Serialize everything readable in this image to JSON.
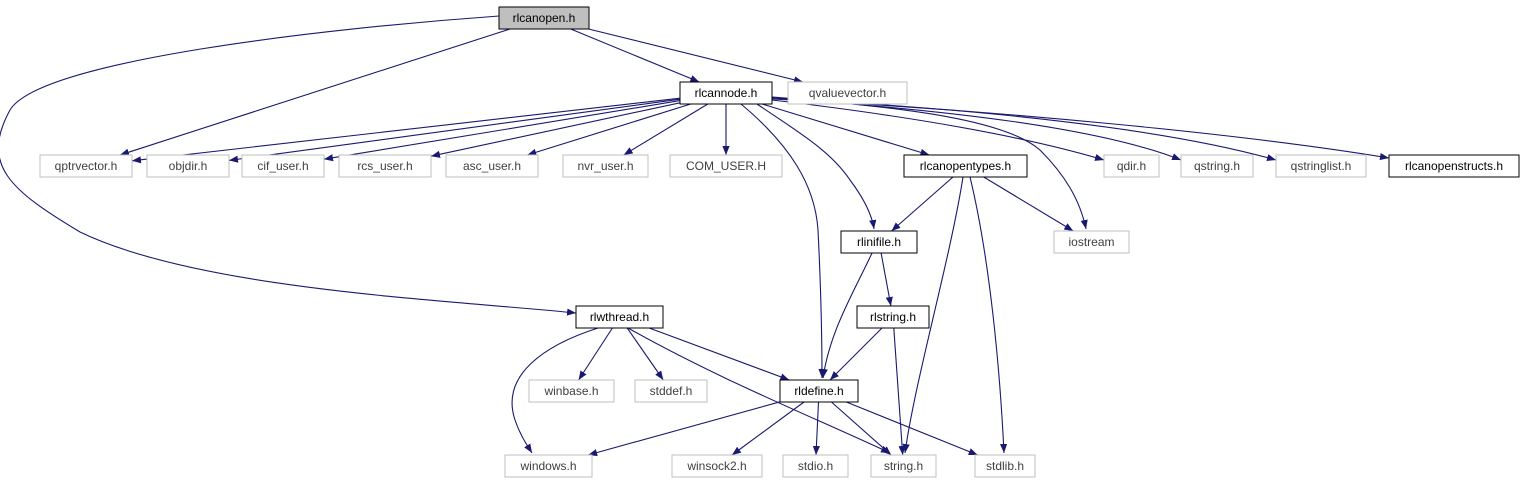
{
  "graph": {
    "edge_color": "#191970",
    "root_fill": "#bfbfbf",
    "external_border": "#bfbfbf",
    "nodes": [
      {
        "id": "rlcanopen",
        "label": "rlcanopen.h",
        "kind": "root"
      },
      {
        "id": "rlcannode",
        "label": "rlcannode.h",
        "kind": "documented"
      },
      {
        "id": "qvaluevector",
        "label": "qvaluevector.h",
        "kind": "external"
      },
      {
        "id": "qptrvector",
        "label": "qptrvector.h",
        "kind": "external"
      },
      {
        "id": "objdir",
        "label": "objdir.h",
        "kind": "external"
      },
      {
        "id": "cif_user",
        "label": "cif_user.h",
        "kind": "external"
      },
      {
        "id": "rcs_user",
        "label": "rcs_user.h",
        "kind": "external"
      },
      {
        "id": "asc_user",
        "label": "asc_user.h",
        "kind": "external"
      },
      {
        "id": "nvr_user",
        "label": "nvr_user.h",
        "kind": "external"
      },
      {
        "id": "com_user",
        "label": "COM_USER.H",
        "kind": "external"
      },
      {
        "id": "rlcanopentypes",
        "label": "rlcanopentypes.h",
        "kind": "documented"
      },
      {
        "id": "qdir",
        "label": "qdir.h",
        "kind": "external"
      },
      {
        "id": "qstring",
        "label": "qstring.h",
        "kind": "external"
      },
      {
        "id": "qstringlist",
        "label": "qstringlist.h",
        "kind": "external"
      },
      {
        "id": "rlcanopenstructs",
        "label": "rlcanopenstructs.h",
        "kind": "documented"
      },
      {
        "id": "rlinifile",
        "label": "rlinifile.h",
        "kind": "documented"
      },
      {
        "id": "iostream",
        "label": "iostream",
        "kind": "external"
      },
      {
        "id": "rlwthread",
        "label": "rlwthread.h",
        "kind": "documented"
      },
      {
        "id": "rlstring",
        "label": "rlstring.h",
        "kind": "documented"
      },
      {
        "id": "winbase",
        "label": "winbase.h",
        "kind": "external"
      },
      {
        "id": "stddef",
        "label": "stddef.h",
        "kind": "external"
      },
      {
        "id": "rldefine",
        "label": "rldefine.h",
        "kind": "documented"
      },
      {
        "id": "windows",
        "label": "windows.h",
        "kind": "external"
      },
      {
        "id": "winsock2",
        "label": "winsock2.h",
        "kind": "external"
      },
      {
        "id": "stdio",
        "label": "stdio.h",
        "kind": "external"
      },
      {
        "id": "string",
        "label": "string.h",
        "kind": "external"
      },
      {
        "id": "stdlib",
        "label": "stdlib.h",
        "kind": "external"
      }
    ],
    "edges": [
      {
        "from": "rlcanopen",
        "to": "rlcannode"
      },
      {
        "from": "rlcanopen",
        "to": "qvaluevector"
      },
      {
        "from": "rlcanopen",
        "to": "qptrvector"
      },
      {
        "from": "rlcanopen",
        "to": "rlwthread"
      },
      {
        "from": "rlcannode",
        "to": "qptrvector"
      },
      {
        "from": "rlcannode",
        "to": "objdir"
      },
      {
        "from": "rlcannode",
        "to": "cif_user"
      },
      {
        "from": "rlcannode",
        "to": "rcs_user"
      },
      {
        "from": "rlcannode",
        "to": "asc_user"
      },
      {
        "from": "rlcannode",
        "to": "nvr_user"
      },
      {
        "from": "rlcannode",
        "to": "com_user"
      },
      {
        "from": "rlcannode",
        "to": "rlcanopentypes"
      },
      {
        "from": "rlcannode",
        "to": "qdir"
      },
      {
        "from": "rlcannode",
        "to": "qstring"
      },
      {
        "from": "rlcannode",
        "to": "qstringlist"
      },
      {
        "from": "rlcannode",
        "to": "rlcanopenstructs"
      },
      {
        "from": "rlcannode",
        "to": "iostream"
      },
      {
        "from": "rlcannode",
        "to": "rlinifile"
      },
      {
        "from": "rlcannode",
        "to": "rldefine"
      },
      {
        "from": "rlcanopentypes",
        "to": "rlinifile"
      },
      {
        "from": "rlcanopentypes",
        "to": "iostream"
      },
      {
        "from": "rlcanopentypes",
        "to": "string"
      },
      {
        "from": "rlcanopentypes",
        "to": "stdlib"
      },
      {
        "from": "rlinifile",
        "to": "rlstring"
      },
      {
        "from": "rlinifile",
        "to": "rldefine"
      },
      {
        "from": "rlstring",
        "to": "rldefine"
      },
      {
        "from": "rlstring",
        "to": "string"
      },
      {
        "from": "rlwthread",
        "to": "winbase"
      },
      {
        "from": "rlwthread",
        "to": "stddef"
      },
      {
        "from": "rlwthread",
        "to": "windows"
      },
      {
        "from": "rlwthread",
        "to": "rldefine"
      },
      {
        "from": "rlwthread",
        "to": "string"
      },
      {
        "from": "rldefine",
        "to": "windows"
      },
      {
        "from": "rldefine",
        "to": "winsock2"
      },
      {
        "from": "rldefine",
        "to": "stdio"
      },
      {
        "from": "rldefine",
        "to": "string"
      },
      {
        "from": "rldefine",
        "to": "stdlib"
      }
    ]
  }
}
